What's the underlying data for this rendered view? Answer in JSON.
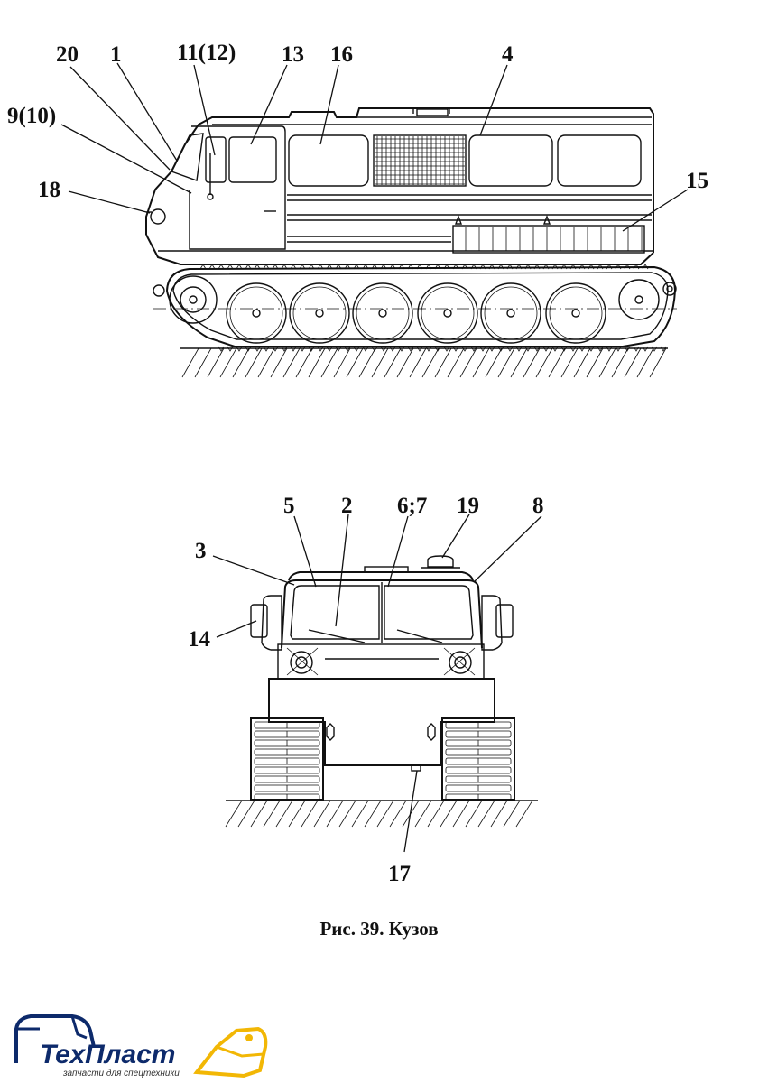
{
  "caption": "Рис. 39. Кузов",
  "side_view_labels": [
    {
      "id": "20",
      "text": "20"
    },
    {
      "id": "1",
      "text": "1"
    },
    {
      "id": "11-12",
      "text": "11(12)"
    },
    {
      "id": "13",
      "text": "13"
    },
    {
      "id": "16",
      "text": "16"
    },
    {
      "id": "4",
      "text": "4"
    },
    {
      "id": "9-10",
      "text": "9(10)"
    },
    {
      "id": "18",
      "text": "18"
    },
    {
      "id": "15",
      "text": "15"
    }
  ],
  "front_view_labels": [
    {
      "id": "5",
      "text": "5"
    },
    {
      "id": "2",
      "text": "2"
    },
    {
      "id": "6-7",
      "text": "6;7"
    },
    {
      "id": "19",
      "text": "19"
    },
    {
      "id": "8",
      "text": "8"
    },
    {
      "id": "3",
      "text": "3"
    },
    {
      "id": "14",
      "text": "14"
    },
    {
      "id": "17",
      "text": "17"
    }
  ],
  "logo": {
    "name_part1": "Тех",
    "name_part2": "Пласт",
    "tagline": "запчасти для спецтехники",
    "colors": {
      "primary": "#0d2a6b",
      "accent": "#f2b705"
    }
  }
}
